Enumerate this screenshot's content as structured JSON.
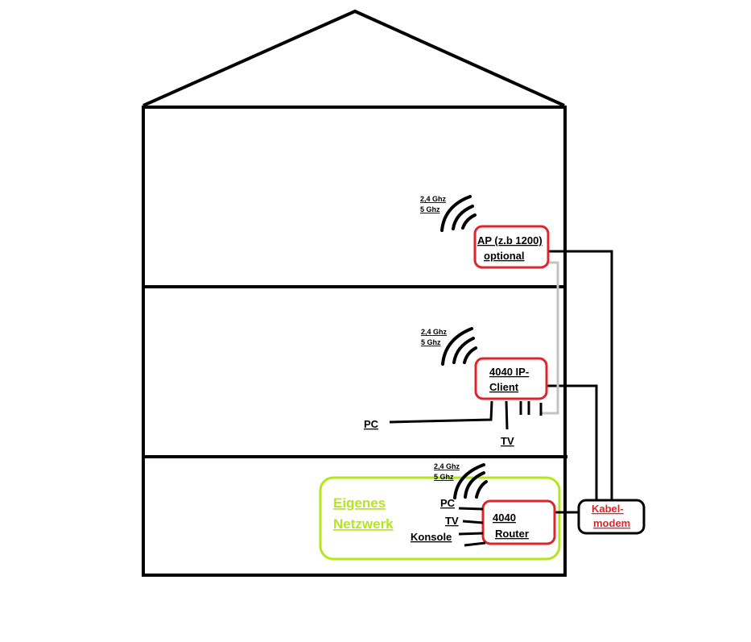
{
  "ap": {
    "line1": "AP (z.b 1200)",
    "line2": "optional"
  },
  "ipclient": {
    "line1": "4040 IP-",
    "line2": "Client"
  },
  "router": {
    "line1": "4040",
    "line2": "Router"
  },
  "modem": {
    "line1": "Kabel-",
    "line2": "modem"
  },
  "network": {
    "line1": "Eigenes",
    "line2": "Netzwerk"
  },
  "wifi": {
    "band1": "2,4 Ghz",
    "band2": "5 Ghz"
  },
  "devices": {
    "pc_middle": "PC",
    "tv_middle": "TV",
    "pc_ground": "PC",
    "tv_ground": "TV",
    "console_ground": "Konsole"
  },
  "colors": {
    "outline": "#000000",
    "device_border": "#e0242c",
    "network_border": "#b5e61d",
    "network_text": "#b5e61d",
    "modem_text": "#e0242c",
    "gray_cable": "#c3c3c3"
  }
}
